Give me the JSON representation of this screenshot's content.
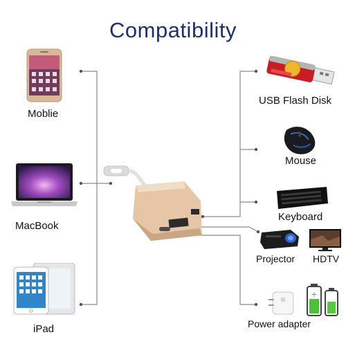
{
  "title": "Compatibility",
  "left_devices": [
    {
      "label": "Moblie",
      "icon": "smartphone-icon"
    },
    {
      "label": "MacBook",
      "icon": "laptop-icon"
    },
    {
      "label": "iPad",
      "icon": "tablet-icon"
    }
  ],
  "right_devices": [
    {
      "label": "USB Flash Disk",
      "icon": "usb-flash-disk-icon"
    },
    {
      "label": "Mouse",
      "icon": "mouse-icon"
    },
    {
      "label": "Keyboard",
      "icon": "keyboard-icon"
    },
    {
      "label": "Projector",
      "icon": "projector-icon"
    },
    {
      "label": "HDTV",
      "icon": "hdtv-icon"
    },
    {
      "label": "Power adapter",
      "icon": "power-adapter-icon"
    }
  ],
  "colors": {
    "title": "#1f2f6e",
    "adapter": "#e3c3a2",
    "lines": "#8a8a8a"
  }
}
